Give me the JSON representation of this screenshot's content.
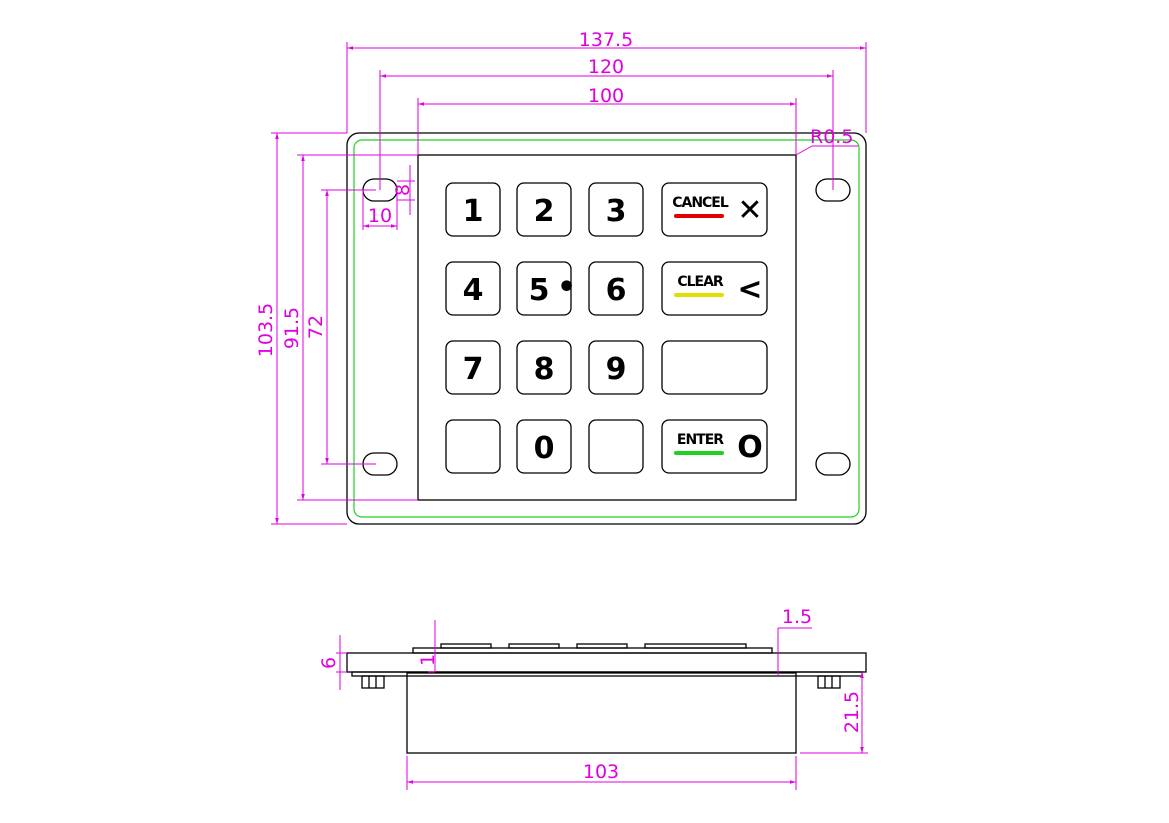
{
  "dimensions": {
    "overall_width": "137.5",
    "hole_spacing_x": "120",
    "panel_width": "100",
    "corner_radius": "R0.5",
    "overall_height": "103.5",
    "panel_height": "91.5",
    "hole_spacing_y": "72",
    "slot_width": "10",
    "slot_height": "8",
    "plate_thickness": "6",
    "key_height": "1",
    "bezel_height": "1.5",
    "body_depth": "21.5",
    "body_width": "103"
  },
  "keys": [
    {
      "label": "1"
    },
    {
      "label": "2"
    },
    {
      "label": "3"
    },
    {
      "label": "CANCEL",
      "symbol": "✕",
      "color": "#e00000"
    },
    {
      "label": "4"
    },
    {
      "label": "5",
      "dot": "•"
    },
    {
      "label": "6"
    },
    {
      "label": "CLEAR",
      "symbol": "<",
      "color": "#e0e000"
    },
    {
      "label": "7"
    },
    {
      "label": "8"
    },
    {
      "label": "9"
    },
    {
      "label": ""
    },
    {
      "label": ""
    },
    {
      "label": "0"
    },
    {
      "label": ""
    },
    {
      "label": "ENTER",
      "symbol": "O",
      "color": "#20d020"
    }
  ],
  "colors": {
    "dimension": "#e000e0",
    "outline": "#000000",
    "inner_border": "#20d020"
  }
}
